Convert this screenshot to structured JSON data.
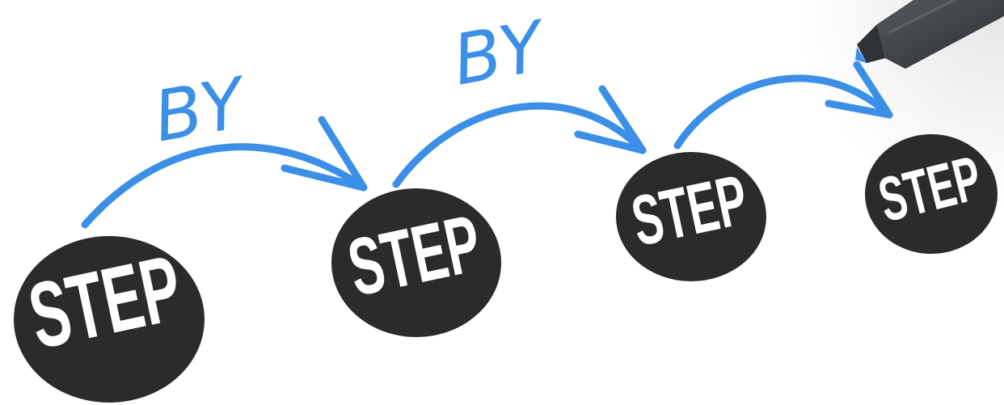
{
  "steps": [
    {
      "label": "STEP"
    },
    {
      "label": "STEP"
    },
    {
      "label": "STEP"
    },
    {
      "label": "STEP"
    }
  ],
  "connectors": [
    {
      "label": "BY"
    },
    {
      "label": "BY"
    },
    {
      "label": ""
    }
  ],
  "colors": {
    "arrow": "#3b8fe6",
    "circle": "#2b2b2d",
    "step_text": "#ffffff",
    "marker_body": "#3a3d42",
    "marker_tip": "#3b8fe6"
  }
}
